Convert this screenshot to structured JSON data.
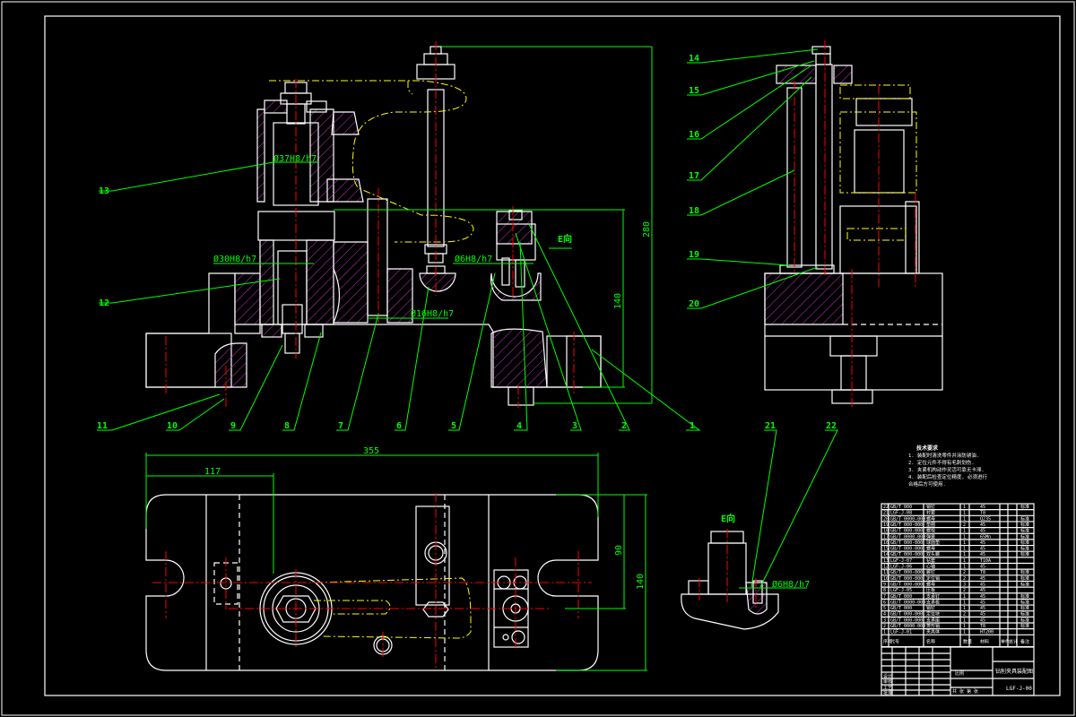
{
  "drawing": {
    "title": "Fixture assembly drawing",
    "colors": {
      "background": "#000000",
      "outline": "#ffffff",
      "hatch": "#cc33cc",
      "centerline": "#ff0000",
      "workpiece": "#ffff00",
      "dimension": "#00ff00"
    }
  },
  "dimensions": {
    "d_280": "280",
    "d_140v": "140",
    "d_355": "355",
    "d_117": "117",
    "d_90": "90",
    "d_140h": "140",
    "fit_37": "Ø37H8/h7",
    "fit_30": "Ø30H8/h7",
    "fit_16": "Ø16H8/h7",
    "fit_6a": "Ø6H8/h7",
    "fit_6b": "Ø6H8/h7"
  },
  "view_labels": {
    "view_e_arrow": "E向",
    "view_e": "E向"
  },
  "balloons": [
    "1",
    "2",
    "3",
    "4",
    "5",
    "6",
    "7",
    "8",
    "9",
    "10",
    "11",
    "12",
    "13",
    "14",
    "15",
    "16",
    "17",
    "18",
    "19",
    "20",
    "21",
    "22"
  ],
  "tech_requirements": {
    "title": "技术要求",
    "lines": [
      "1. 装配时清洗零件并涂防锈油.",
      "2. 定位元件不得有毛刺划伤.",
      "3. 夹紧机构动作灵活可靠无卡滞.",
      "4. 装配后检查定位精度, 必须进行",
      "   合格后方可使用."
    ]
  },
  "bom": {
    "headers": [
      "序号",
      "代号",
      "名称",
      "数量",
      "材料",
      "单件",
      "总计",
      "备注"
    ],
    "rows": [
      [
        "22",
        "GB/T 000",
        "销钉",
        "1",
        "45",
        "",
        "",
        "标准"
      ],
      [
        "21",
        "LGF-J-08",
        "衬套",
        "1",
        "T8",
        "",
        "",
        ""
      ],
      [
        "20",
        "GB/T 0000-000",
        "螺母",
        "1",
        "Q235",
        "",
        "",
        "标准"
      ],
      [
        "19",
        "GB/T 000-000",
        "垫圈",
        "2",
        "45",
        "",
        "",
        "标准"
      ],
      [
        "18",
        "GB/T 000-000",
        "螺栓",
        "1",
        "45",
        "",
        "",
        "标准"
      ],
      [
        "17",
        "GB/T 0000-000",
        "弹簧",
        "1",
        "65Mn",
        "",
        "",
        "标准"
      ],
      [
        "16",
        "GB/T 000-000",
        "球面垫",
        "1",
        "45",
        "",
        "",
        "标准"
      ],
      [
        "15",
        "GB/T 000-000",
        "螺母",
        "1",
        "45",
        "",
        "",
        "标准"
      ],
      [
        "14",
        "GB/T 000-000",
        "双头螺",
        "1",
        "45",
        "",
        "",
        "标准"
      ],
      [
        "13",
        "LGF-J-07",
        "钻套",
        "1",
        "T10A",
        "",
        "",
        ""
      ],
      [
        "12",
        "LGF-J-06",
        "心轴",
        "1",
        "45",
        "",
        "",
        ""
      ],
      [
        "11",
        "GB/T 000-000",
        "螺钉",
        "2",
        "T8",
        "",
        "",
        "标准"
      ],
      [
        "10",
        "GB/T 000-000",
        "定位销",
        "2",
        "45",
        "",
        "",
        "标准"
      ],
      [
        "9",
        "GB/T 000-000",
        "螺母",
        "3",
        "45",
        "",
        "",
        "标准"
      ],
      [
        "8",
        "LGF-J-05",
        "压板",
        "2",
        "45",
        "",
        "",
        ""
      ],
      [
        "7",
        "GB/T 000",
        "支承钉",
        "1",
        "45",
        "",
        "",
        "标准"
      ],
      [
        "6",
        "GB/T 0000-000",
        "支承板",
        "1",
        "45",
        "",
        "",
        "标准"
      ],
      [
        "5",
        "GB/T 000",
        "销钉",
        "1",
        "45",
        "",
        "",
        "标准"
      ],
      [
        "4",
        "GB/T 000-000",
        "定位块",
        "2",
        "45",
        "",
        "",
        "标准"
      ],
      [
        "3",
        "GB/T 000-000",
        "支承座",
        "1",
        "45",
        "",
        "",
        "标准"
      ],
      [
        "2",
        "GB/T 0000-000",
        "菱形销",
        "1",
        "T8",
        "",
        "",
        "标准"
      ],
      [
        "1",
        "LGF-J-01",
        "夹具体",
        "1",
        "HT200",
        "",
        "",
        ""
      ]
    ]
  },
  "title_block": {
    "drawing_name": "钻削夹具装配图",
    "drawing_number": "LGF-J-00",
    "scale_label": "比例",
    "sheet_label": "共 张 第 张",
    "labels": [
      "标记",
      "处数",
      "分区",
      "更改文件号",
      "签名",
      "年月日",
      "设计",
      "审核",
      "工艺",
      "批准",
      "阶段标记",
      "重量"
    ]
  }
}
